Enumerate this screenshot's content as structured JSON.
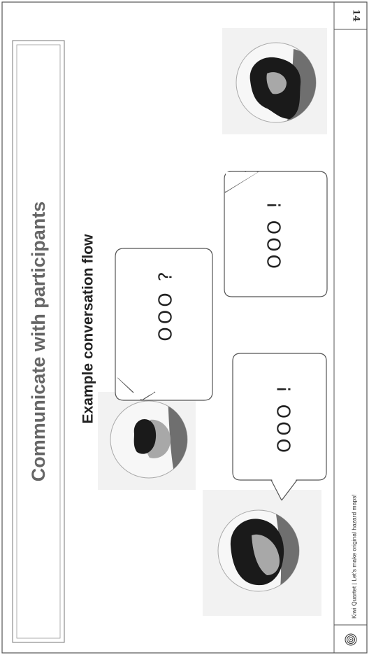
{
  "slide": {
    "title": "Communicate with participants",
    "subtitle": "Example conversation flow",
    "page_number": "14",
    "footer_text": "Kiwi Quartet | Let's make original hazard maps!"
  },
  "conversation": [
    {
      "speaker": "person-right-top",
      "text": "OOO !"
    },
    {
      "speaker": "person-center",
      "text": "OOO ?"
    },
    {
      "speaker": "person-left-bottom",
      "text": "OOO !"
    }
  ],
  "colors": {
    "frame": "#555555",
    "title_text": "#666666",
    "text": "#222222",
    "avatar_fill": "#f5f5f5",
    "hair": "#1a1a1a",
    "body_dark": "#6f6f6f",
    "body_light": "#a8a8a8"
  }
}
